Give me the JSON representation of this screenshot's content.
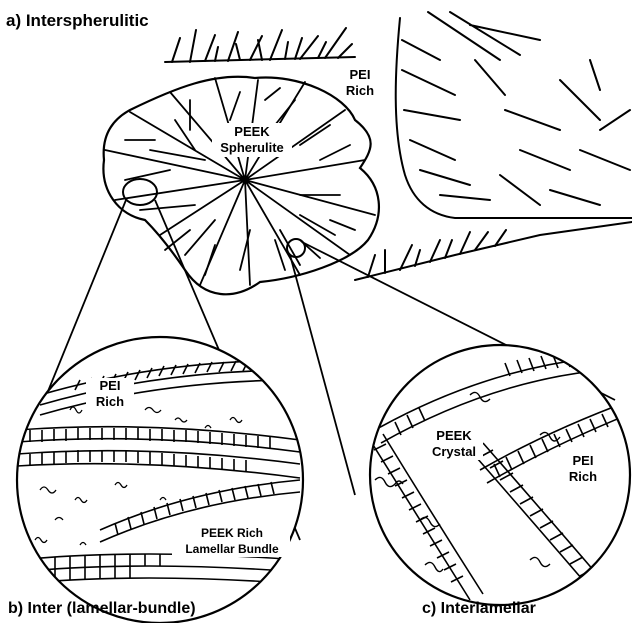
{
  "figure": {
    "panel_a_title": "a) Interspherulitic",
    "panel_b_title": "b) Inter (lamellar-bundle)",
    "panel_c_title": "c) Interlamellar",
    "spherulite_label_line1": "PEEK",
    "spherulite_label_line2": "Spherulite",
    "top_pei_line1": "PEI",
    "top_pei_line2": "Rich",
    "b_pei_line1": "PEI",
    "b_pei_line2": "Rich",
    "b_bundle_line1": "PEEK Rich",
    "b_bundle_line2": "Lamellar Bundle",
    "c_crystal_line1": "PEEK",
    "c_crystal_line2": "Crystal",
    "c_pei_line1": "PEI",
    "c_pei_line2": "Rich"
  },
  "colors": {
    "ink": "#000000",
    "paper": "#ffffff"
  }
}
